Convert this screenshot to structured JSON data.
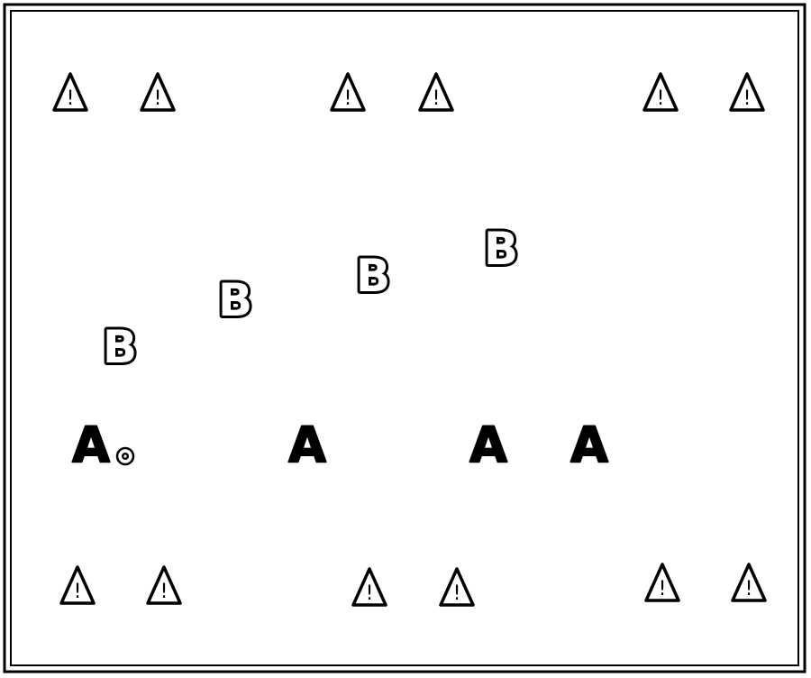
{
  "diagram": {
    "cones_top": [
      {
        "label": "!"
      },
      {
        "label": "!"
      },
      {
        "label": "!"
      },
      {
        "label": "!"
      },
      {
        "label": "!"
      },
      {
        "label": "!"
      }
    ],
    "cones_bottom": [
      {
        "label": "!"
      },
      {
        "label": "!"
      },
      {
        "label": "!"
      },
      {
        "label": "!"
      },
      {
        "label": "!"
      },
      {
        "label": "!"
      }
    ],
    "players_b": [
      {
        "label": "B"
      },
      {
        "label": "B"
      },
      {
        "label": "B"
      },
      {
        "label": "B"
      }
    ],
    "players_a": [
      {
        "label": "A"
      },
      {
        "label": "A"
      },
      {
        "label": "A"
      },
      {
        "label": "A"
      }
    ],
    "ball": {
      "icon": "soccer-ball-icon"
    },
    "colors": {
      "background": "#ffffff",
      "stroke": "#000000"
    }
  }
}
